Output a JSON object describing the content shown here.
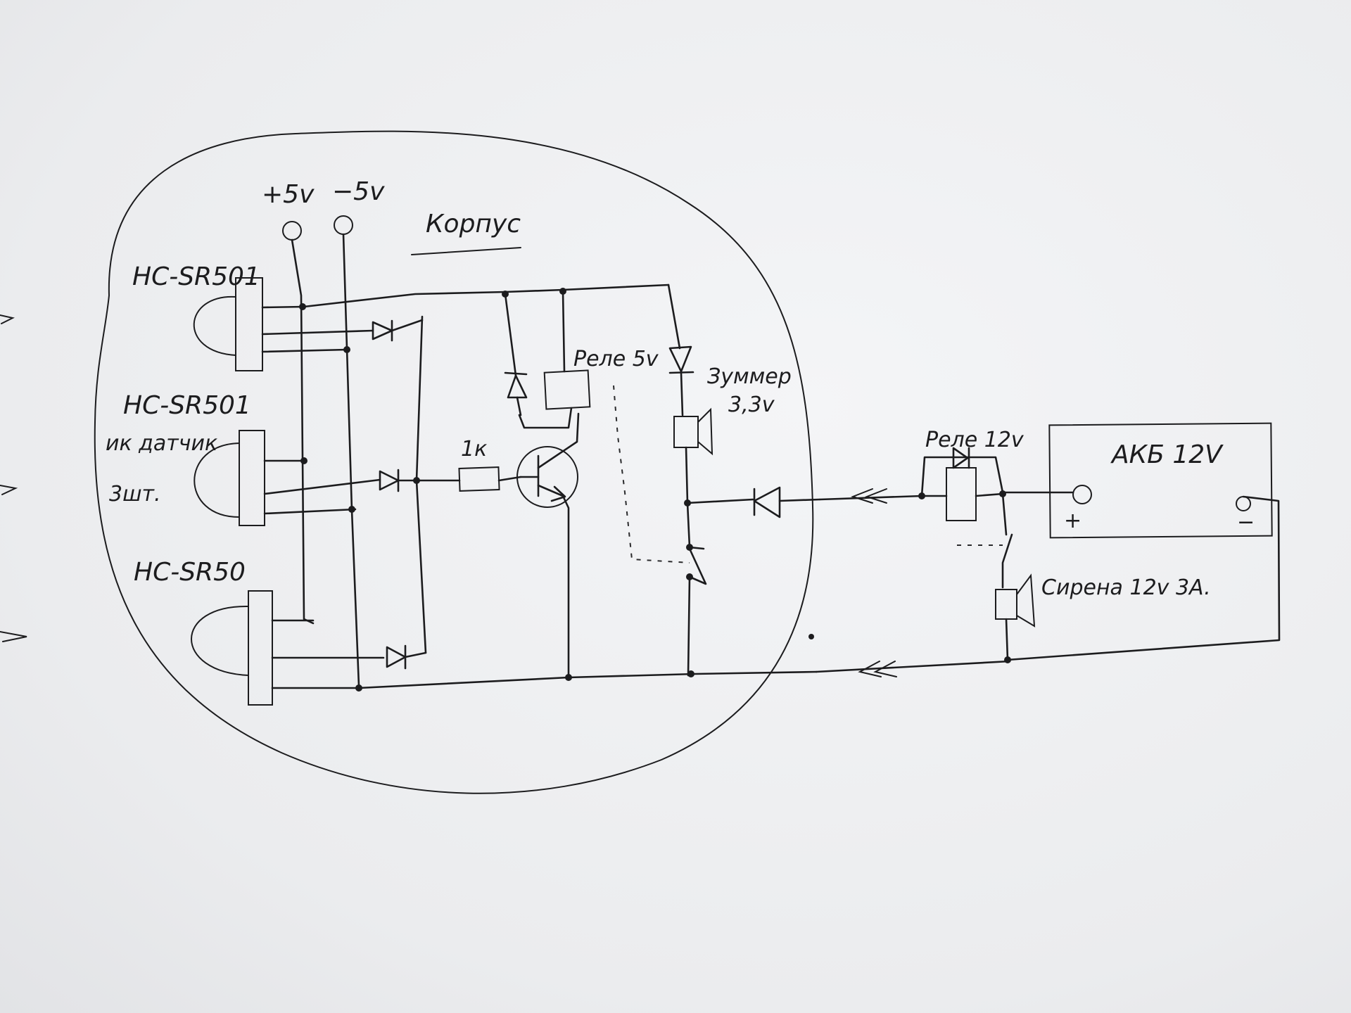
{
  "labels": {
    "plus_5v": "+5v",
    "minus_5v": "−5v",
    "enclosure": "Корпус",
    "sensor_1": "HC-SR501",
    "sensor_2": "HC-SR501",
    "sensor_2_note_1": "ик датчик",
    "sensor_2_note_2": "3шт.",
    "sensor_3": "HC-SR50",
    "resistor": "1к",
    "relay_5v": "Реле 5v",
    "buzzer_1": "Зуммер",
    "buzzer_2": "3,3v",
    "relay_12v": "Реле 12v",
    "battery": "АКБ 12V",
    "battery_plus": "+",
    "battery_minus": "−",
    "siren": "Сирена 12v 3A."
  }
}
